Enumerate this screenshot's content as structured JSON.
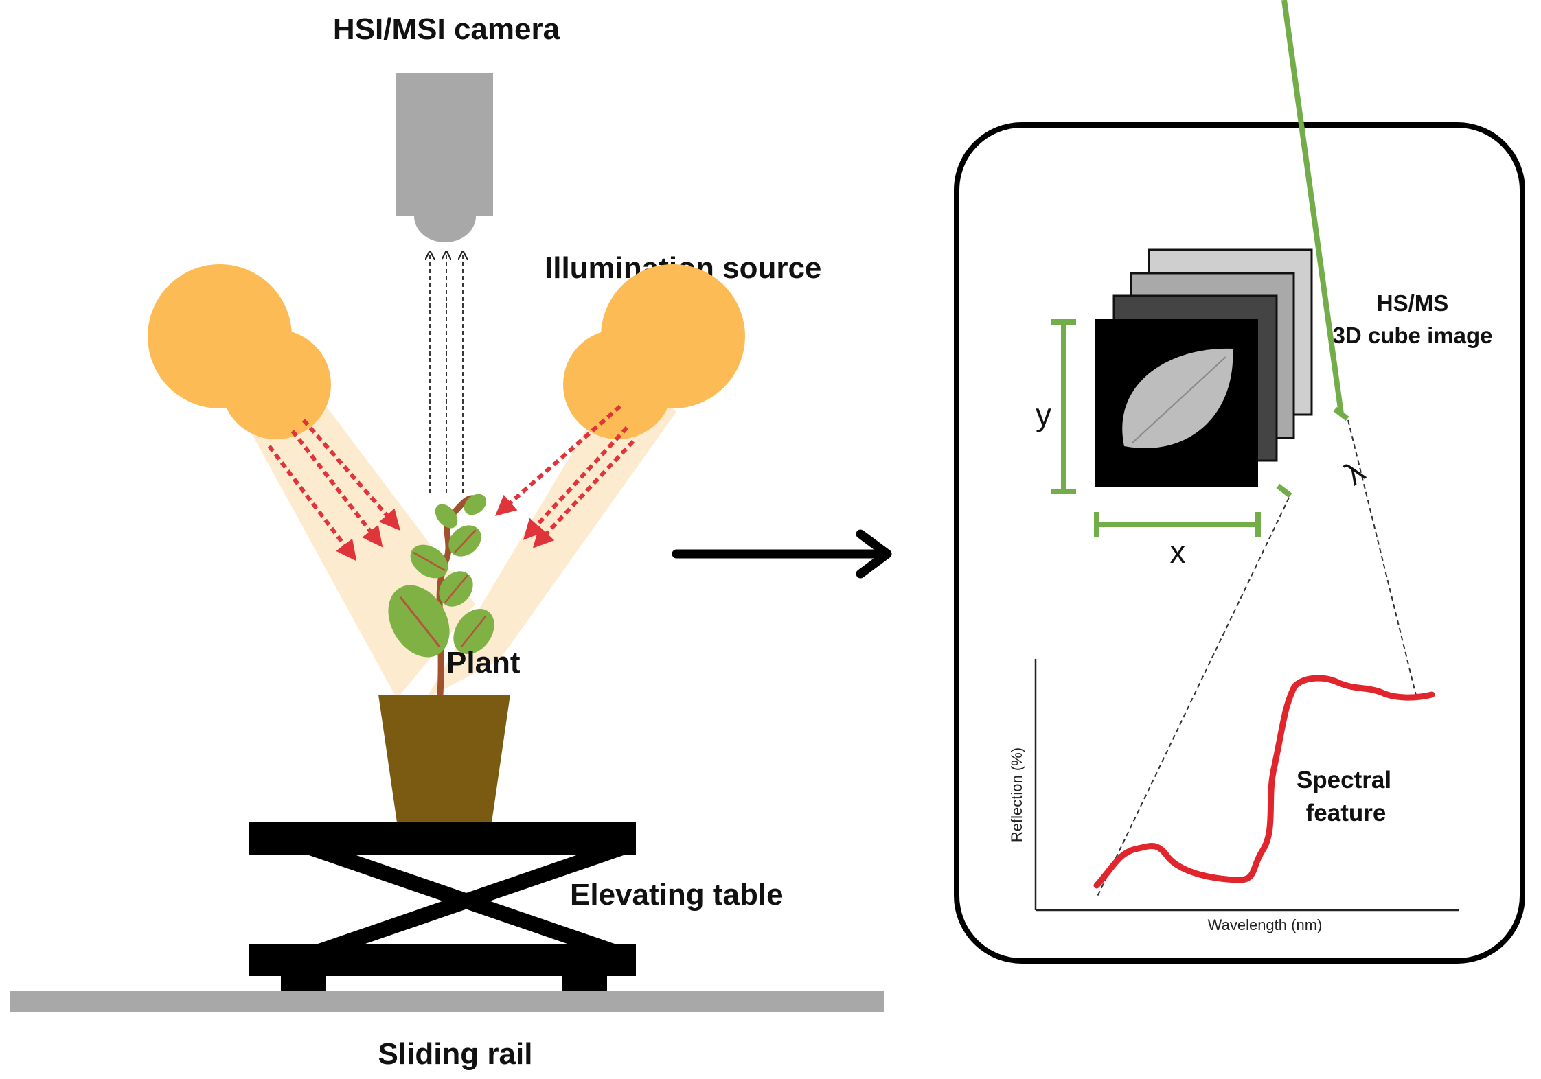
{
  "labels": {
    "camera": "HSI/MSI camera",
    "illumination": "Illumination source",
    "plant": "Plant",
    "elevating_table": "Elevating table",
    "sliding_rail": "Sliding rail",
    "cube_line1": "HS/MS",
    "cube_line2": "3D cube image",
    "axis_x": "x",
    "axis_y": "y",
    "axis_lambda": "λ",
    "spectral_line1": "Spectral",
    "spectral_line2": "feature",
    "xlabel": "Wavelength (nm)",
    "ylabel": "Reflection (%)"
  },
  "colors": {
    "camera_body": "#a8a8a8",
    "lamp": "#fdbb55",
    "light_beam": "#fde7c8",
    "ray_arrow": "#e0343b",
    "pot": "#7b5a12",
    "stem": "#a0522d",
    "leaf": "#7fb145",
    "leaf_vein": "#b5533c",
    "table": "#000000",
    "rail": "#a8a8a8",
    "cube_dimension": "#72ad49",
    "spectrum_curve": "#e0262c",
    "cube_layer_back": "#cfcfcf",
    "cube_layer_mid": "#a9a9a9",
    "cube_layer_dark": "#444444",
    "cube_layer_front": "#000000",
    "cube_leaf": "#bdbdbd"
  }
}
